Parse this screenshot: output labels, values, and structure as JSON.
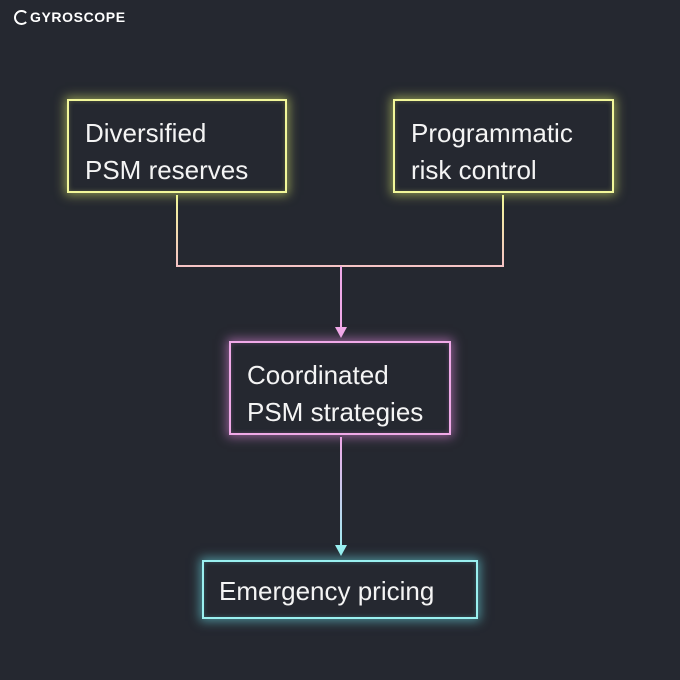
{
  "brand": {
    "name": "Gyroscope"
  },
  "logo_text": "GYROSCOPE",
  "nodes": {
    "reserves": {
      "line1": "Diversified",
      "line2": "PSM reserves"
    },
    "risk": {
      "line1": "Programmatic",
      "line2": "risk control"
    },
    "strategies": {
      "line1": "Coordinated",
      "line2": "PSM strategies"
    },
    "pricing": {
      "line1": "Emergency pricing"
    }
  },
  "edges": [
    {
      "from": "reserves",
      "to": "strategies"
    },
    {
      "from": "risk",
      "to": "strategies"
    },
    {
      "from": "strategies",
      "to": "pricing"
    }
  ],
  "colors": {
    "background": "#252830",
    "text": "#f4f4f4",
    "yellow": "#f2f79a",
    "pink": "#f0a9e8",
    "cyan": "#9af0f0"
  }
}
